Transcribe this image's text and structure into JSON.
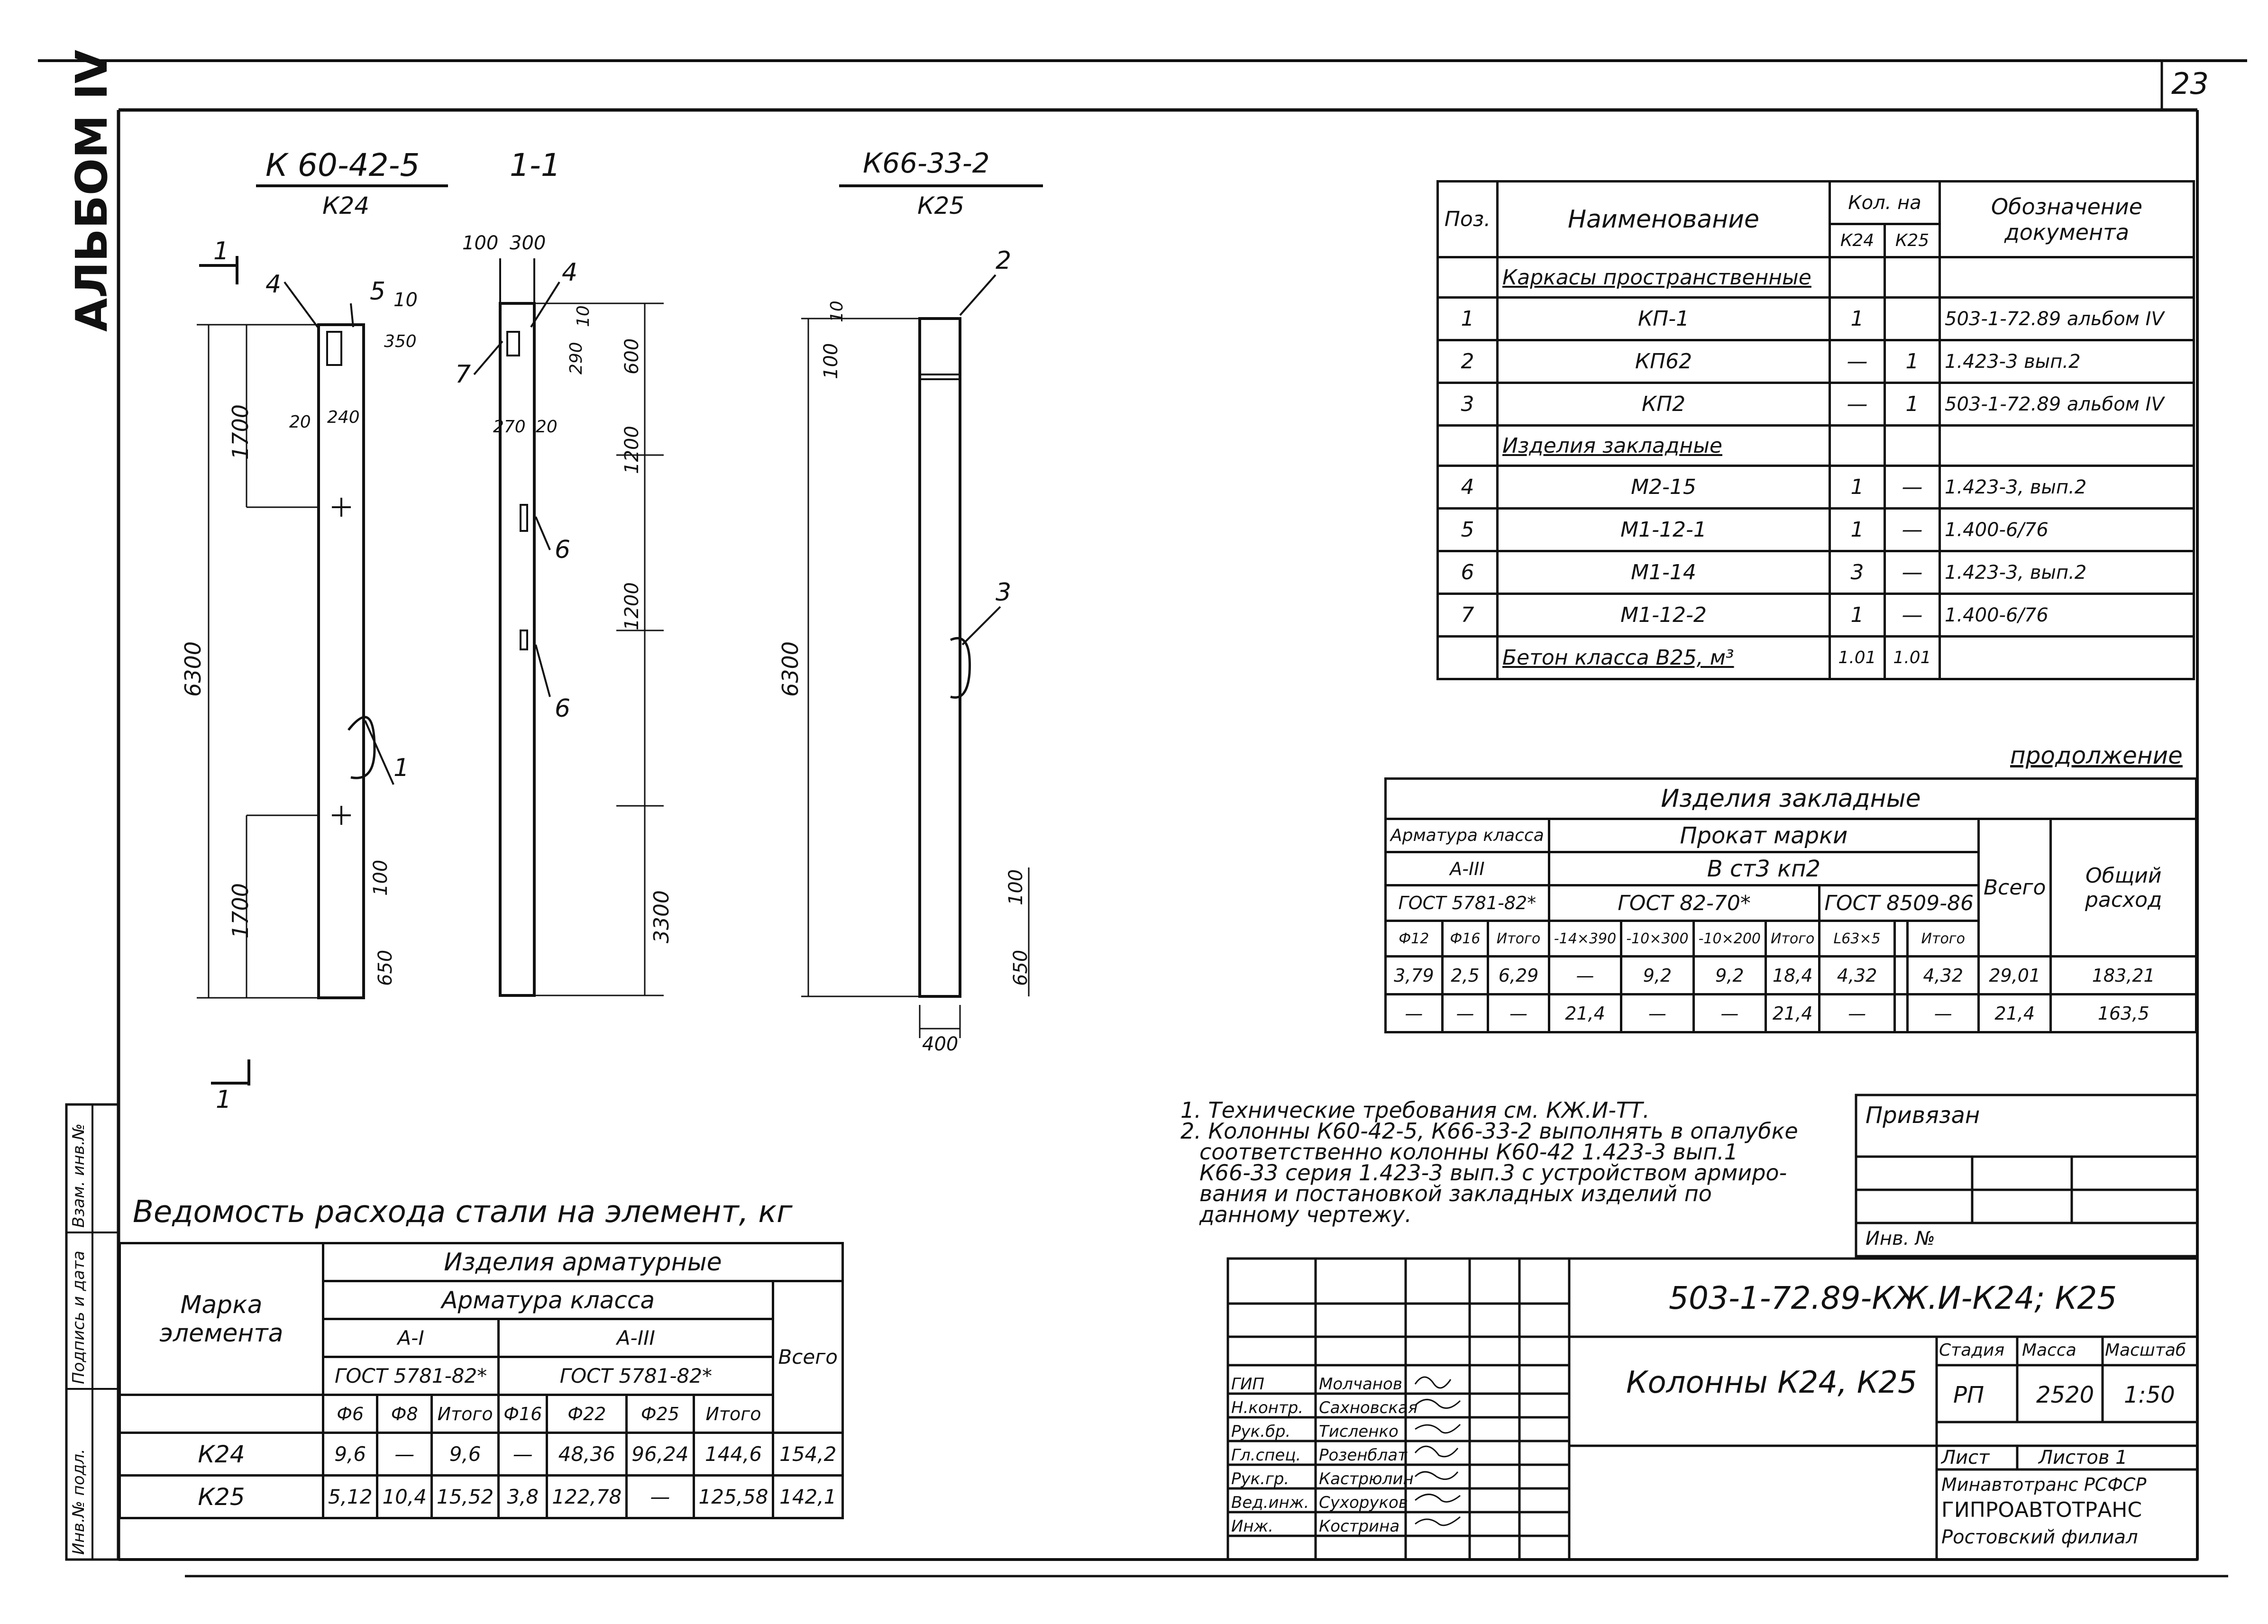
{
  "sheet_number": "23",
  "album_label": "АЛЬБОМ IV",
  "side_stamp": [
    "Инв.№ подл.",
    "Подпись и дата",
    "Взам. инв.№"
  ],
  "drawing": {
    "view1_title": "К 60-42-5",
    "view1_sub": "К24",
    "section_title": "1-1",
    "view3_title": "К66-33-2",
    "view3_sub": "К25",
    "section_mark": "1",
    "dims_view1": [
      "1700",
      "6300",
      "1700"
    ],
    "dims_view1_small": [
      "10",
      "350",
      "240",
      "20",
      "100",
      "650"
    ],
    "dims_section": [
      "100",
      "300",
      "10",
      "290",
      "600",
      "1200",
      "1200",
      "3300",
      "270",
      "20"
    ],
    "dims_view3": [
      "100",
      "10",
      "6300",
      "100",
      "650",
      "400"
    ],
    "position_callouts": [
      "1",
      "4",
      "5",
      "7",
      "4",
      "6",
      "6",
      "1",
      "2",
      "3"
    ]
  },
  "spec_table": {
    "headers": {
      "pos": "Поз.",
      "name": "Наименование",
      "qty": "Кол. на",
      "k24": "К24",
      "k25": "К25",
      "doc": "Обозначение документа"
    },
    "section1": "Каркасы пространственные",
    "rows1": [
      {
        "pos": "1",
        "name": "КП-1",
        "k24": "1",
        "k25": "",
        "doc": "503-1-72.89 альбом IV"
      },
      {
        "pos": "2",
        "name": "КП62",
        "k24": "—",
        "k25": "1",
        "doc": "1.423-3 вып.2"
      },
      {
        "pos": "3",
        "name": "КП2",
        "k24": "—",
        "k25": "1",
        "doc": "503-1-72.89 альбом IV"
      }
    ],
    "section2": "Изделия закладные",
    "rows2": [
      {
        "pos": "4",
        "name": "М2-15",
        "k24": "1",
        "k25": "—",
        "doc": "1.423-3, вып.2"
      },
      {
        "pos": "5",
        "name": "М1-12-1",
        "k24": "1",
        "k25": "—",
        "doc": "1.400-6/76"
      },
      {
        "pos": "6",
        "name": "М1-14",
        "k24": "3",
        "k25": "—",
        "doc": "1.423-3, вып.2"
      },
      {
        "pos": "7",
        "name": "М1-12-2",
        "k24": "1",
        "k25": "—",
        "doc": "1.400-6/76"
      }
    ],
    "concrete": {
      "name": "Бетон класса В25, м³",
      "k24": "1.01",
      "k25": "1.01"
    }
  },
  "continuation": {
    "label": "продолжение",
    "h_main": "Изделия закладные",
    "h_rebar": "Арматура класса",
    "h_rebar_class": "А-III",
    "h_rebar_gost": "ГОСТ 5781-82*",
    "h_rolled": "Прокат марки",
    "h_steel": "В ст3 кп2",
    "h_gost1": "ГОСТ 82-70*",
    "h_gost2": "ГОСТ 8509-86",
    "h_total": "Всего",
    "h_overall": "Общий расход",
    "cols": [
      "Ф12",
      "Ф16",
      "Итого",
      "-14×390",
      "-10×300",
      "-10×200",
      "Итого",
      "L63×5",
      "",
      "Итого"
    ],
    "rows": [
      [
        "3,79",
        "2,5",
        "6,29",
        "—",
        "9,2",
        "9,2",
        "18,4",
        "4,32",
        "",
        "4,32",
        "29,01",
        "183,21"
      ],
      [
        "—",
        "—",
        "—",
        "21,4",
        "—",
        "—",
        "21,4",
        "—",
        "",
        "—",
        "21,4",
        "163,5"
      ]
    ]
  },
  "notes": [
    "1. Технические требования см. КЖ.И-ТТ.",
    "2. Колонны К60-42-5, К66-33-2 выполнять в опалубке",
    "соответственно колонны К60-42 1.423-3 вып.1",
    "К66-33 серия 1.423-3 вып.3 с устройством армиро-",
    "вания и постановкой закладных изделий по",
    "данному чертежу."
  ],
  "binding": {
    "label": "Привязан",
    "inv": "Инв. №"
  },
  "steel_table": {
    "title": "Ведомость расхода стали на элемент, кг",
    "h_mark": "Марка элемента",
    "h_items": "Изделия арматурные",
    "h_rebar": "Арматура класса",
    "h_a1": "А-I",
    "h_a3": "А-III",
    "h_gost": "ГОСТ 5781-82*",
    "h_total": "Всего",
    "cols": [
      "Ф6",
      "Ф8",
      "Итого",
      "Ф16",
      "Ф22",
      "Ф25",
      "Итого"
    ],
    "rows": [
      {
        "mark": "К24",
        "vals": [
          "9,6",
          "—",
          "9,6",
          "—",
          "48,36",
          "96,24",
          "144,6",
          "154,2"
        ]
      },
      {
        "mark": "К25",
        "vals": [
          "5,12",
          "10,4",
          "15,52",
          "3,8",
          "122,78",
          "—",
          "125,58",
          "142,1"
        ]
      }
    ]
  },
  "title_block": {
    "code": "503-1-72.89-КЖ.И-К24; К25",
    "name": "Колонны К24, К25",
    "h_stage": "Стадия",
    "h_mass": "Масса",
    "h_scale": "Масштаб",
    "stage": "РП",
    "mass": "2520",
    "scale": "1:50",
    "sheet": "Лист",
    "sheets": "Листов 1",
    "org1": "Минавтотранс РСФСР",
    "org2": "ГИПРОАВТОТРАНС",
    "org3": "Ростовский филиал",
    "people": [
      {
        "role": "ГИП",
        "name": "Молчанов"
      },
      {
        "role": "Н.контр.",
        "name": "Сахновская"
      },
      {
        "role": "Рук.бр.",
        "name": "Тисленко"
      },
      {
        "role": "Гл.спец.",
        "name": "Розенблат"
      },
      {
        "role": "Рук.гр.",
        "name": "Кастрюлин"
      },
      {
        "role": "Вед.инж.",
        "name": "Сухоруков"
      },
      {
        "role": "Инж.",
        "name": "Кострина"
      }
    ]
  }
}
